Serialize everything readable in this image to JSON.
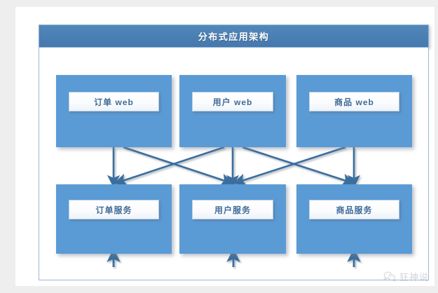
{
  "diagram": {
    "title": "分布式应用架构",
    "title_bar_color": "#4a7fb3",
    "node_fill_color": "#5b9bd5",
    "label_text_color": "#3f6b99",
    "arrow_color": "#3a6e9e",
    "page_background": "#eeeeee",
    "canvas_background": "#ffffff",
    "web_tier": [
      {
        "label": "订单 web"
      },
      {
        "label": "用户 web"
      },
      {
        "label": "商品 web"
      }
    ],
    "service_tier": [
      {
        "label": "订单服务"
      },
      {
        "label": "用户服务"
      },
      {
        "label": "商品服务"
      }
    ]
  },
  "watermark": {
    "text": "狂神说",
    "icon": "wechat-icon",
    "color": "#9aa3ad"
  }
}
